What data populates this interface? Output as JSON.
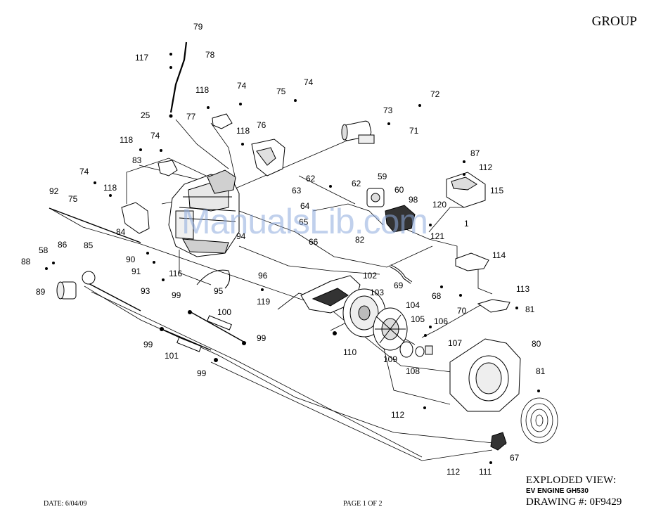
{
  "header": {
    "group": "GROUP"
  },
  "footer": {
    "date": "DATE:  6/04/09",
    "page": "PAGE 1 OF 2",
    "title": "EXPLODED VIEW:",
    "subtitle": "EV ENGINE GH530",
    "drawing": "DRAWING #: 0F9429"
  },
  "watermark": "ManualsLib.com",
  "callouts": [
    "79",
    "117",
    "78",
    "118",
    "74",
    "25",
    "77",
    "75",
    "74",
    "73",
    "72",
    "71",
    "76",
    "118",
    "118",
    "74",
    "83",
    "62",
    "59",
    "87",
    "112",
    "115",
    "74",
    "92",
    "75",
    "118",
    "63",
    "64",
    "62",
    "60",
    "98",
    "120",
    "84",
    "65",
    "121",
    "1",
    "66",
    "82",
    "94",
    "86",
    "85",
    "88",
    "58",
    "90",
    "91",
    "116",
    "114",
    "102",
    "96",
    "89",
    "95",
    "93",
    "99",
    "119",
    "103",
    "104",
    "105",
    "106",
    "69",
    "68",
    "70",
    "113",
    "81",
    "100",
    "107",
    "99",
    "109",
    "108",
    "110",
    "101",
    "99",
    "99",
    "80",
    "81",
    "112",
    "67",
    "112",
    "111"
  ]
}
